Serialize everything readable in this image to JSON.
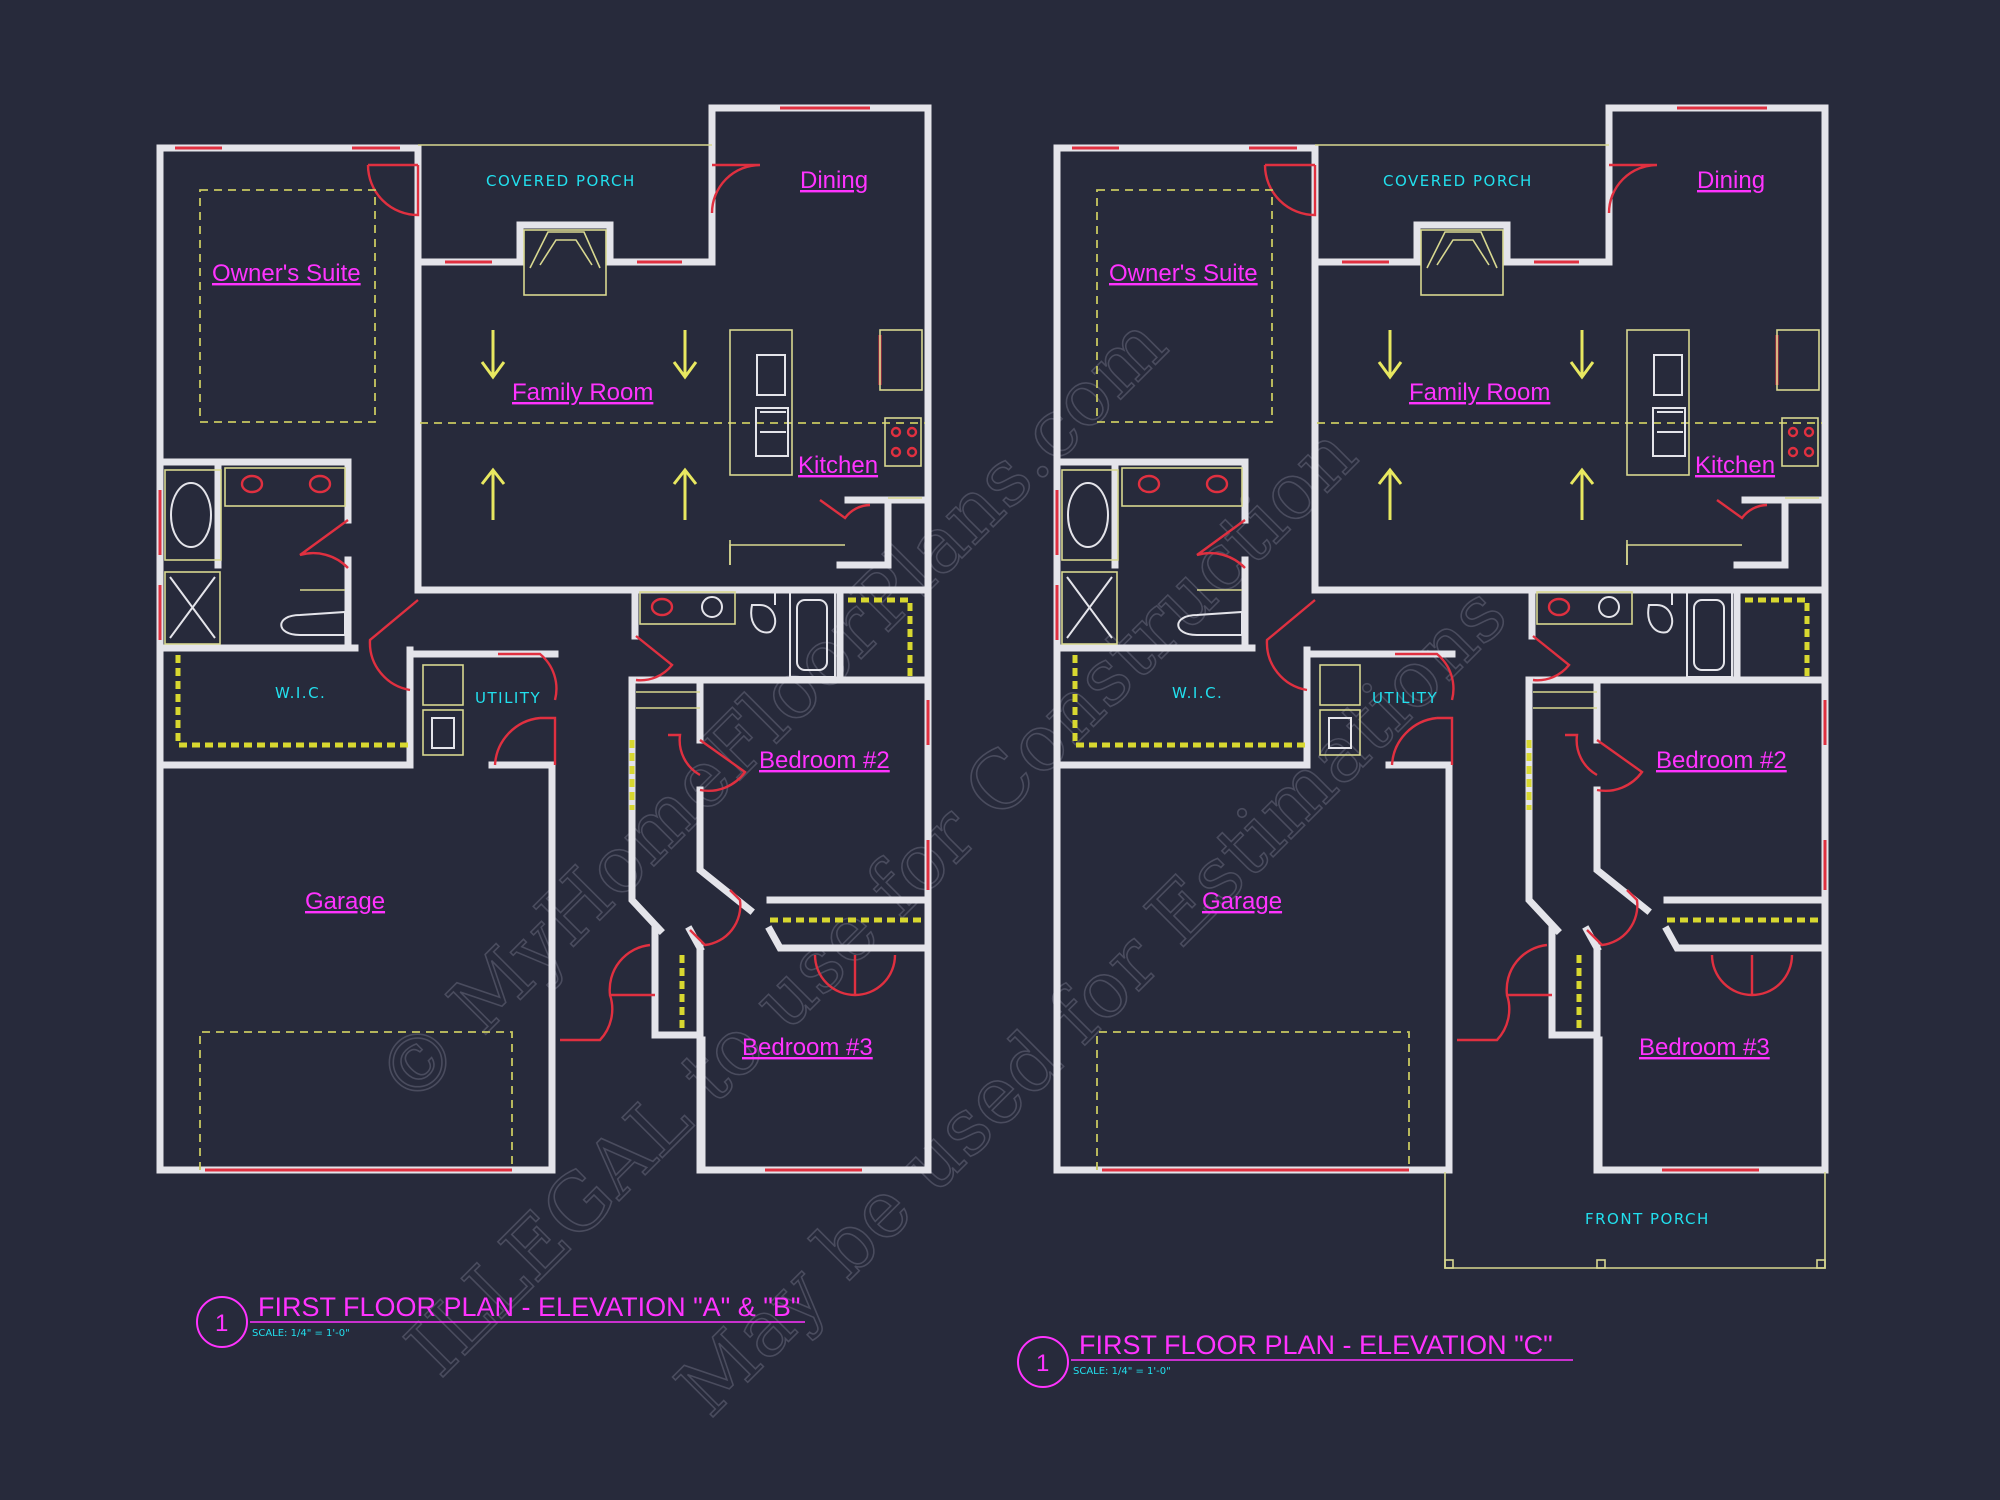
{
  "plans": [
    {
      "id": "plan-ab",
      "rooms": {
        "covered_porch": "COVERED PORCH",
        "dining": "Dining",
        "owners_suite": "Owner's Suite",
        "family_room": "Family Room",
        "kitchen": "Kitchen",
        "wic": "W.I.C.",
        "utility": "UTILITY",
        "bedroom2": "Bedroom #2",
        "garage": "Garage",
        "bedroom3": "Bedroom #3"
      },
      "title": {
        "number": "1",
        "text": "FIRST FLOOR PLAN - ELEVATION \"A\" & \"B\"",
        "scale": "SCALE: 1/4\" = 1'-0\""
      }
    },
    {
      "id": "plan-c",
      "rooms": {
        "covered_porch": "COVERED PORCH",
        "dining": "Dining",
        "owners_suite": "Owner's Suite",
        "family_room": "Family Room",
        "kitchen": "Kitchen",
        "wic": "W.I.C.",
        "utility": "UTILITY",
        "bedroom2": "Bedroom #2",
        "garage": "Garage",
        "bedroom3": "Bedroom #3",
        "front_porch": "FRONT PORCH"
      },
      "title": {
        "number": "1",
        "text": "FIRST FLOOR PLAN - ELEVATION \"C\"",
        "scale": "SCALE: 1/4\" = 1'-0\""
      }
    }
  ],
  "watermark": {
    "line1": "© MyHomeFloorPlans.com",
    "line2": "ILLEGAL to use for Construction",
    "line3": "May be used for Estimations"
  },
  "colors": {
    "background": "#272a3b",
    "walls": "#e4e4ea",
    "room_labels": "#ff33ff",
    "caps_labels": "#22e0ee",
    "windows_doors": "#e03040",
    "fixtures": "#d8d890"
  }
}
